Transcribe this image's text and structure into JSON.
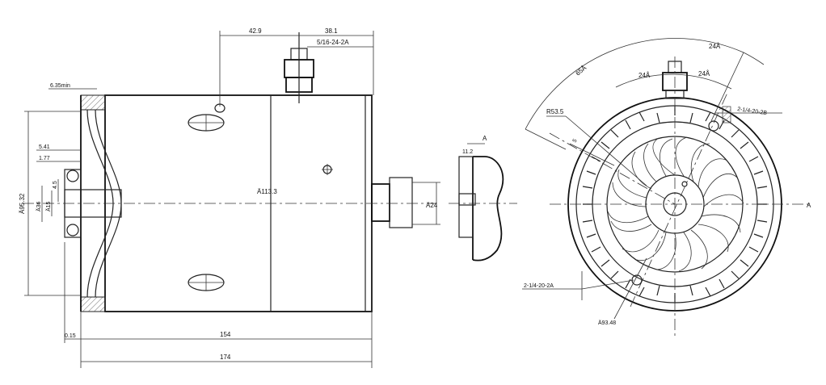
{
  "side_view": {
    "dim_42_9": "42.9",
    "dim_38_1": "38.1",
    "thread_top": "5/16-24-2A",
    "dim_6_35min": "6.35min",
    "dim_5_41": "5.41",
    "dim_1_77": "1.77",
    "dim_a95_32": "Ä95.32",
    "dim_a36": "Ä36",
    "dim_a15": "Ä15",
    "dim_4_5": "4.5",
    "dim_a113_3": "Ä113.3",
    "dim_a24": "Ä24",
    "dim_0_15": "0.15",
    "dim_154": "154",
    "dim_174": "174"
  },
  "section_view": {
    "label_a": "A",
    "dim_11_2": "11.2"
  },
  "end_view": {
    "angle_24_outer": "24Å",
    "angle_65": "65Å",
    "angle_24_left": "24Å",
    "angle_24_right": "24Å",
    "dim_r53_5": "R53.5",
    "thread_upper": "2-1/4-20-2B",
    "dim_5": "5",
    "thread_lower": "2-1/4-20-2A",
    "dim_a93_48": "Ä93.48",
    "label_a_right": "A"
  }
}
